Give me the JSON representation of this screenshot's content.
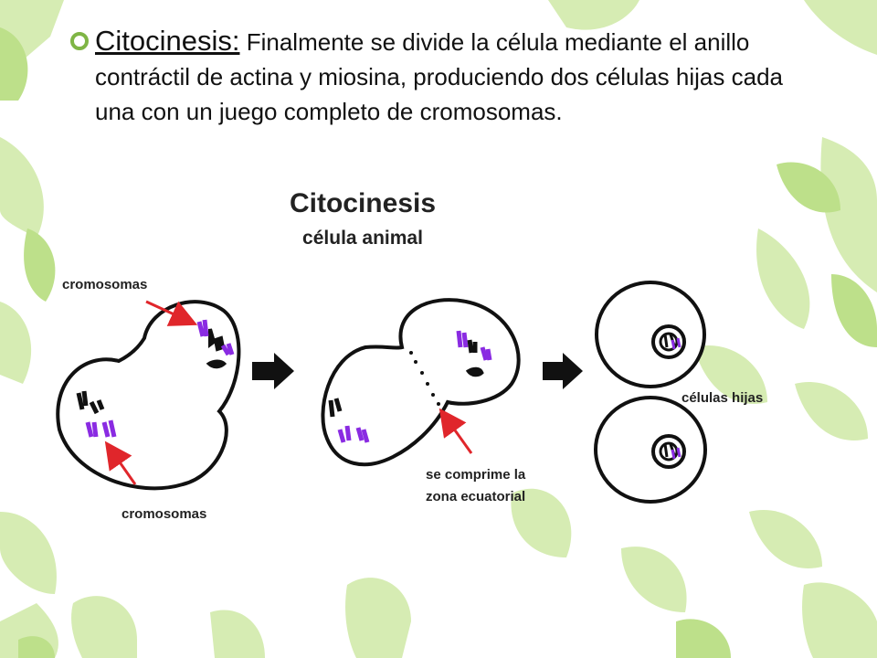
{
  "slide": {
    "term": "Citocinesis:",
    "body": " Finalmente se divide la célula mediante el anillo contráctil de actina y miosina, produciendo dos células hijas cada una con un juego completo de cromosomas."
  },
  "diagram": {
    "title": "Citocinesis",
    "subtitle": "célula animal",
    "label_chromosomes_top": "cromosomas",
    "label_chromosomes_bottom": "cromosomas",
    "label_compress_line1": "se comprime la",
    "label_compress_line2": "zona ecuatorial",
    "label_daughter_cells": "células hijas"
  },
  "colors": {
    "leaf_light": "#d6ecb3",
    "leaf_mid": "#bde08a",
    "chromosome_purple": "#8a2be2",
    "chromosome_black": "#111111",
    "arrow_red": "#e0262b",
    "outline": "#111111"
  }
}
